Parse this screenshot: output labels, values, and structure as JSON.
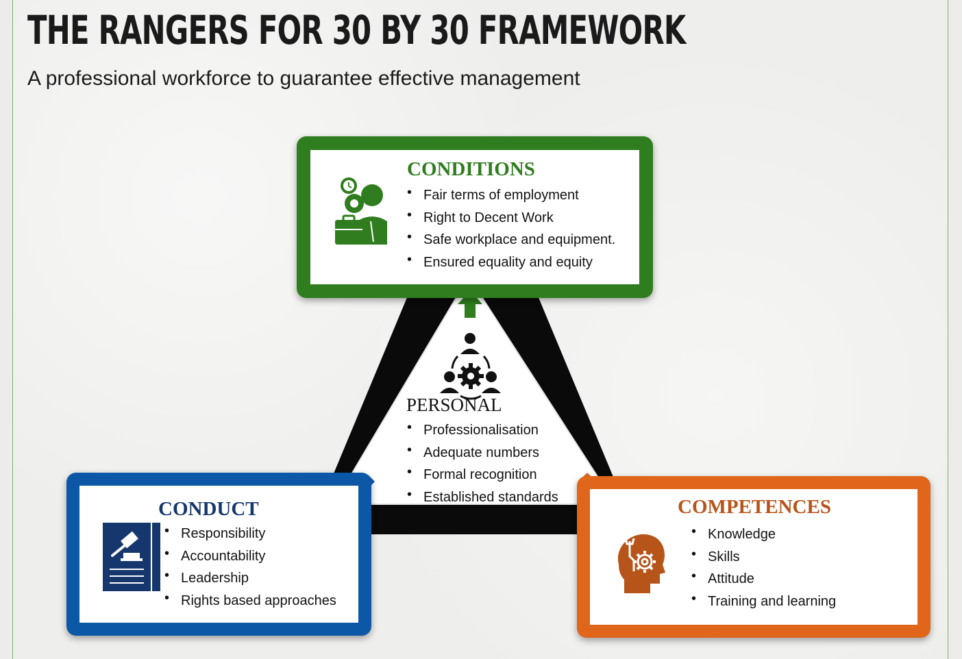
{
  "header": {
    "title": "THE RANGERS FOR 30 BY 30 FRAMEWORK",
    "subtitle": "A professional workforce to guarantee effective management"
  },
  "colors": {
    "conditions": "#2f7d1e",
    "conduct": "#0d57a7",
    "competences": "#e0661b",
    "triangle": "#0a0a0a"
  },
  "conditions": {
    "heading": "CONDITIONS",
    "icon": "worker-toolbox-icon",
    "items": [
      "Fair terms of employment",
      "Right to Decent Work",
      "Safe workplace and equipment.",
      "Ensured equality and equity"
    ]
  },
  "personal": {
    "heading": "PERSONAL",
    "icon": "team-gear-icon",
    "items": [
      "Professionalisation",
      "Adequate numbers",
      "Formal recognition",
      "Established standards"
    ]
  },
  "conduct": {
    "heading": "CONDUCT",
    "icon": "gavel-document-icon",
    "items": [
      "Responsibility",
      "Accountability",
      "Leadership",
      "Rights based approaches"
    ]
  },
  "competences": {
    "heading": "COMPETENCES",
    "icon": "head-gear-wrench-icon",
    "items": [
      "Knowledge",
      "Skills",
      "Attitude",
      "Training and learning"
    ]
  }
}
